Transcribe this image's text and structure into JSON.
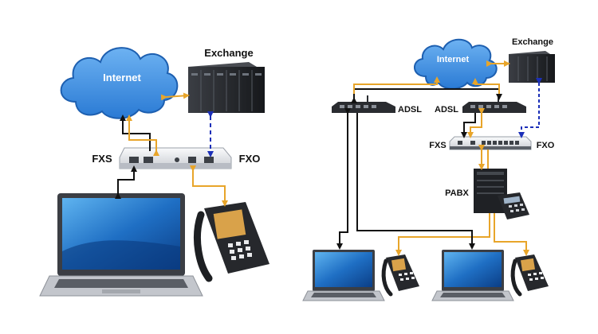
{
  "left": {
    "internet_label": "Internet",
    "exchange_label": "Exchange",
    "fxs_label": "FXS",
    "fxo_label": "FXO"
  },
  "right": {
    "internet_label": "Internet",
    "exchange_label": "Exchange",
    "adsl_left_label": "ADSL",
    "adsl_right_label": "ADSL",
    "fxs_label": "FXS",
    "fxo_label": "FXO",
    "pabx_label": "PABX"
  },
  "colors": {
    "cloud_fill": "#3b8fe0",
    "cloud_stroke": "#1d5fb0",
    "data_link": "#111111",
    "voice_link": "#e8a52a",
    "trunk_link": "#1b2fb8",
    "server_body": "#222428",
    "screen": "#1f6fc4",
    "device_body": "#e6e8ec"
  },
  "icons": {
    "cloud": "cloud-icon",
    "server": "server-rack-icon",
    "gateway": "voip-gateway-icon",
    "laptop": "laptop-icon",
    "phone": "ip-phone-icon",
    "router": "adsl-router-icon",
    "pabx": "pabx-icon"
  }
}
